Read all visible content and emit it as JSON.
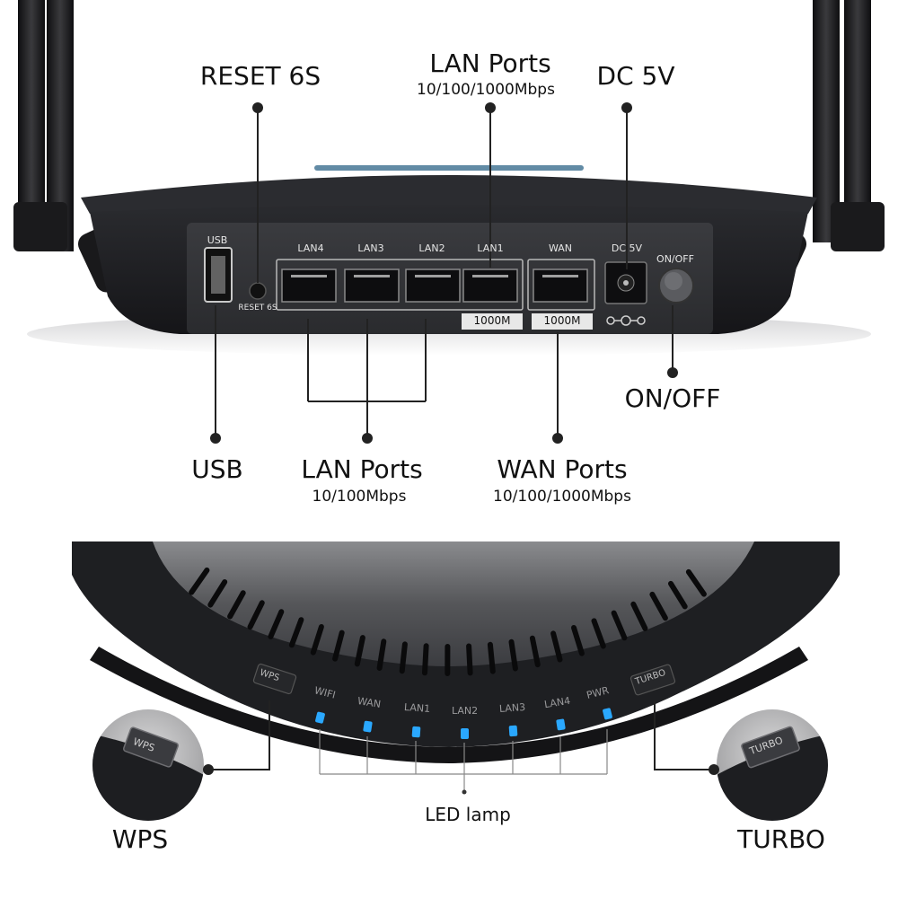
{
  "back_panel": {
    "callouts": {
      "reset": "RESET 6S",
      "lan_ports_top": "LAN Ports",
      "lan_ports_top_speed": "10/100/1000Mbps",
      "dc": "DC 5V",
      "on_off": "ON/OFF",
      "usb": "USB",
      "lan_ports_bottom": "LAN Ports",
      "lan_ports_bottom_speed": "10/100Mbps",
      "wan_ports": "WAN Ports",
      "wan_ports_speed": "10/100/1000Mbps"
    },
    "printed_labels": {
      "usb": "USB",
      "reset": "RESET 6S",
      "lan4": "LAN4",
      "lan3": "LAN3",
      "lan2": "LAN2",
      "lan1": "LAN1",
      "wan": "WAN",
      "dc": "DC 5V",
      "on_off": "ON/OFF",
      "lan1_speed": "1000M",
      "wan_speed": "1000M"
    }
  },
  "front_panel": {
    "callouts": {
      "wps": "WPS",
      "turbo": "TURBO",
      "led": "LED lamp"
    },
    "printed_labels": {
      "wps": "WPS",
      "turbo": "TURBO",
      "leds": [
        "WIFI",
        "WAN",
        "LAN1",
        "LAN2",
        "LAN3",
        "LAN4",
        "PWR"
      ]
    }
  },
  "colors": {
    "led": "#2aa8ff",
    "body": "#1c1d20",
    "label_bg": "#e8e8e8"
  }
}
